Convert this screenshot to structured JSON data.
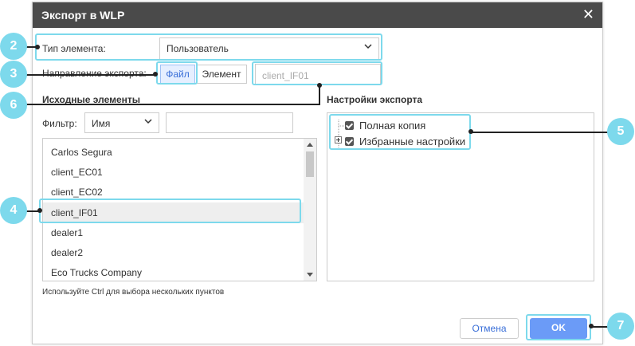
{
  "dialog": {
    "title": "Экспорт в WLP",
    "close_glyph": "✕"
  },
  "element_type": {
    "label": "Тип элемента:",
    "value": "Пользователь"
  },
  "export_direction": {
    "label": "Направление экспорта:",
    "tabs": [
      "Файл",
      "Элемент"
    ],
    "active_tab": "Файл",
    "target_placeholder": "client_IF01"
  },
  "source": {
    "title": "Исходные элементы",
    "filter_label": "Фильтр:",
    "filter_field": "Имя",
    "filter_value": "",
    "items": [
      "Carlos Segura",
      "client_EC01",
      "client_EC02",
      "client_IF01",
      "dealer1",
      "dealer2",
      "Eco Trucks Company"
    ],
    "selected_item": "client_IF01",
    "hint": "Используйте Ctrl для выбора нескольких пунктов"
  },
  "settings": {
    "title": "Настройки экспорта",
    "tree": [
      {
        "label": "Полная копия",
        "checked": true,
        "expandable": false
      },
      {
        "label": "Избранные настройки",
        "checked": true,
        "expandable": true
      }
    ]
  },
  "buttons": {
    "cancel": "Отмена",
    "ok": "OK"
  },
  "callouts": [
    "2",
    "3",
    "4",
    "5",
    "6",
    "7"
  ],
  "colors": {
    "titlebar": "#4a4a4a",
    "accent": "#7dd9ec",
    "ok_button": "#6b9bf7",
    "active_tab_bg": "#e6efff",
    "active_tab_text": "#3a6fd8"
  }
}
